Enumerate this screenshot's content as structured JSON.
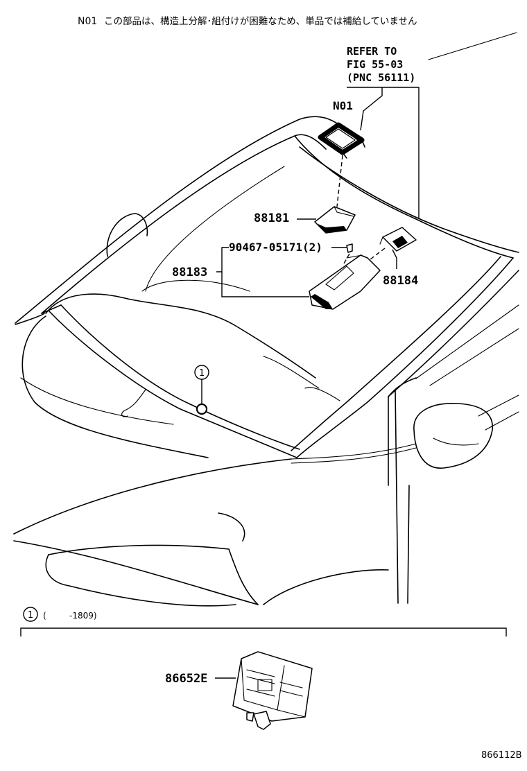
{
  "note": {
    "code": "N01",
    "text": "この部品は、構造上分解･組付けが困難なため、単品では補給していません"
  },
  "refer": {
    "line1": "REFER TO",
    "line2": "FIG 55-03",
    "line3": "(PNC 56111)"
  },
  "labels": {
    "n01": "N01",
    "p88181": "88181",
    "p90467": "90467-05171(2)",
    "p88183": "88183",
    "p88184": "88184",
    "p86652e": "86652E"
  },
  "callout": {
    "marker": "1",
    "range_open": "(",
    "range_end": "-1809)"
  },
  "figure_id": "866112B"
}
